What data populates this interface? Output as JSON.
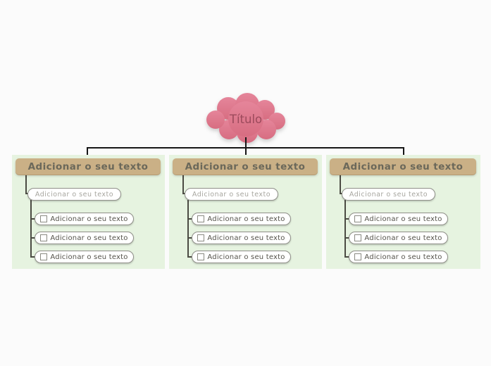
{
  "root_node": {
    "label": "Título"
  },
  "branches": [
    {
      "header_label": "Adicionar o seu texto",
      "subtopic_label": "Adicionar o seu texto",
      "tasks": [
        {
          "label": "Adicionar o seu texto",
          "checked": false
        },
        {
          "label": "Adicionar o seu texto",
          "checked": false
        },
        {
          "label": "Adicionar o seu texto",
          "checked": false
        }
      ]
    },
    {
      "header_label": "Adicionar o seu texto",
      "subtopic_label": "Adicionar o seu texto",
      "tasks": [
        {
          "label": "Adicionar o seu texto",
          "checked": false
        },
        {
          "label": "Adicionar o seu texto",
          "checked": false
        },
        {
          "label": "Adicionar o seu texto",
          "checked": false
        }
      ]
    },
    {
      "header_label": "Adicionar o seu texto",
      "subtopic_label": "Adicionar o seu texto",
      "tasks": [
        {
          "label": "Adicionar o seu texto",
          "checked": false
        },
        {
          "label": "Adicionar o seu texto",
          "checked": false
        },
        {
          "label": "Adicionar o seu texto",
          "checked": false
        }
      ]
    }
  ],
  "colors": {
    "canvas_background": "#fbfbfb",
    "root_fill_top": "#e5859a",
    "root_fill_bottom": "#d76d81",
    "root_text": "#9c4a5c",
    "branch_panel": "#e6f3e0",
    "header_fill": "#cab086",
    "header_text": "#6b685a",
    "node_border": "#8f8f88",
    "subtopic_text": "#a7a69f",
    "task_text": "#55534b",
    "tree_connector": "#161616",
    "branch_connector": "#4b4b43"
  }
}
